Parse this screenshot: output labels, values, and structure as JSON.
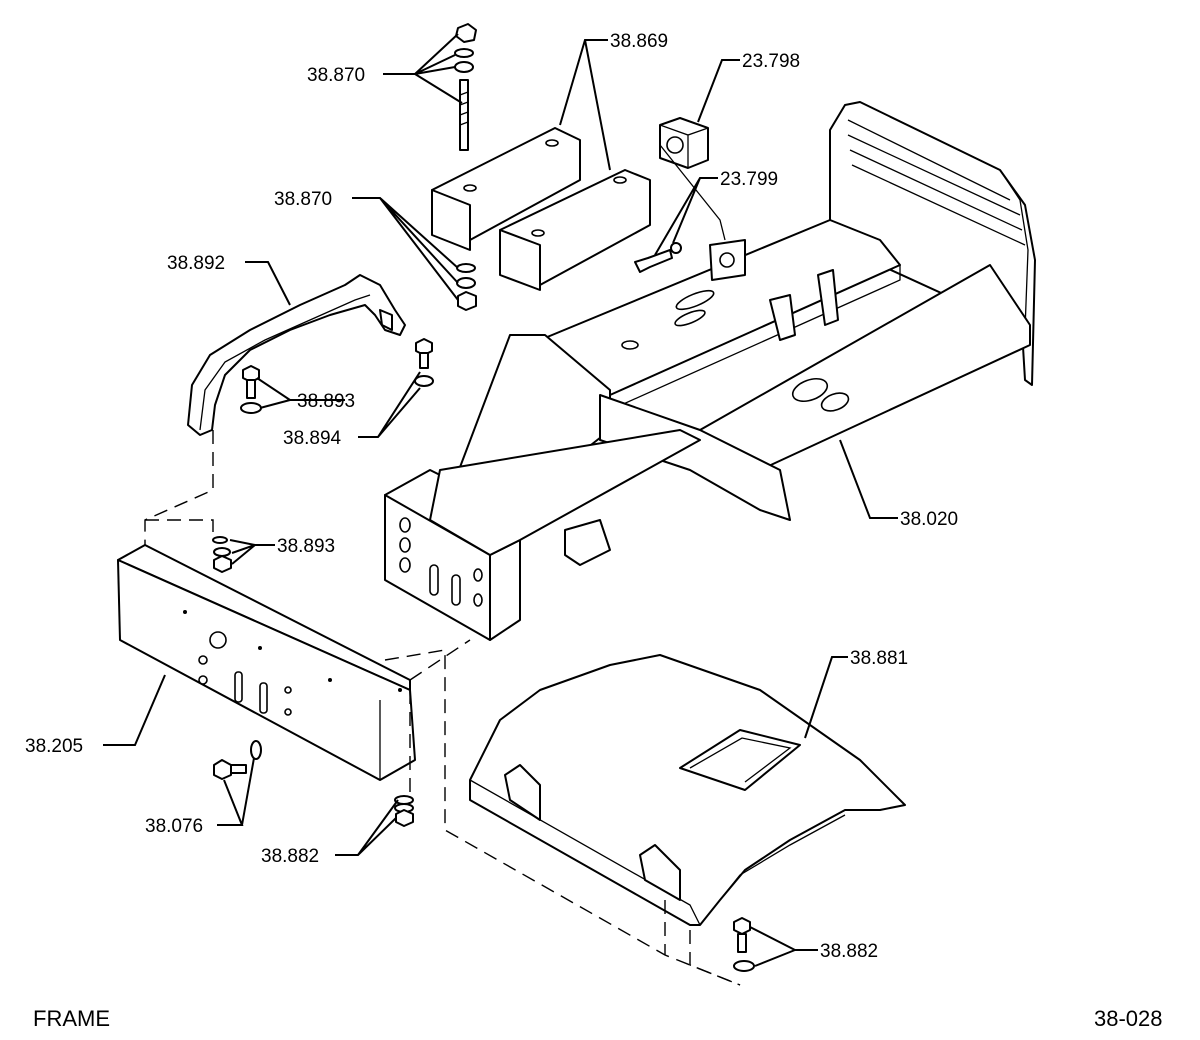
{
  "labels": {
    "p38870_top": "38.870",
    "p38869": "38.869",
    "p23798": "23.798",
    "p23799": "23.799",
    "p38870_mid": "38.870",
    "p38892": "38.892",
    "p38893_top": "38.893",
    "p38894": "38.894",
    "p38893_mid": "38.893",
    "p38020": "38.020",
    "p38881": "38.881",
    "p38205": "38.205",
    "p38076": "38.076",
    "p38882_left": "38.882",
    "p38882_right": "38.882"
  },
  "footer": {
    "title": "FRAME",
    "page_code": "38-028"
  }
}
